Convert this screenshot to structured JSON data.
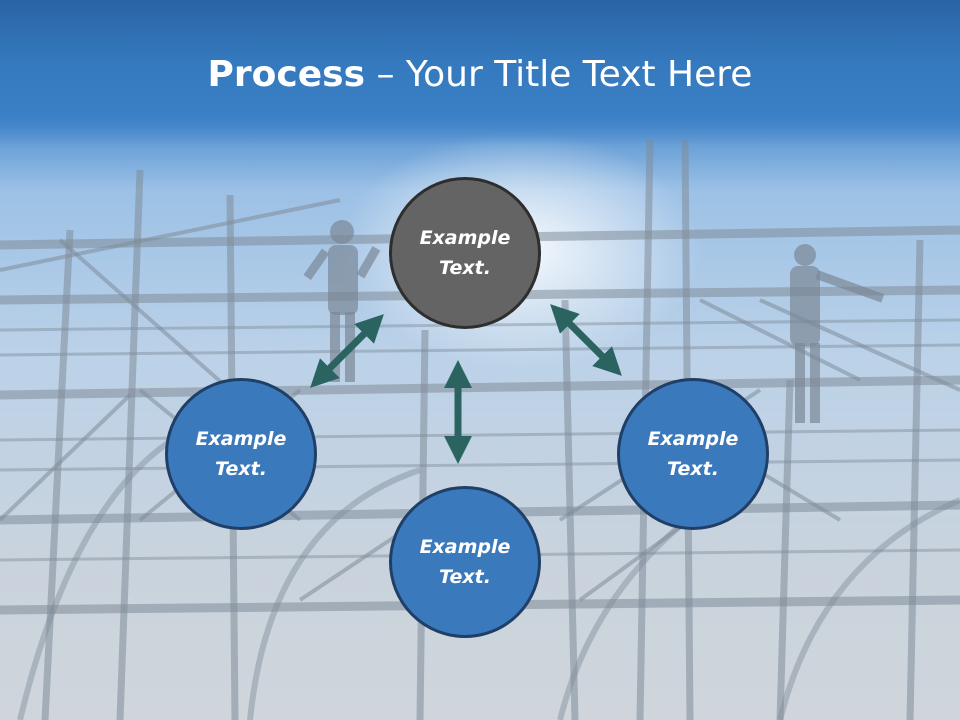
{
  "title": {
    "bold": "Process",
    "rest": " – Your Title Text Here"
  },
  "diagram": {
    "center": {
      "text": "Example Text.",
      "color": "#646464"
    },
    "left": {
      "text": "Example Text.",
      "color": "#3b79bd"
    },
    "bottom": {
      "text": "Example Text.",
      "color": "#3b79bd"
    },
    "right": {
      "text": "Example Text.",
      "color": "#3b79bd"
    },
    "arrow_color": "#2b6360"
  }
}
